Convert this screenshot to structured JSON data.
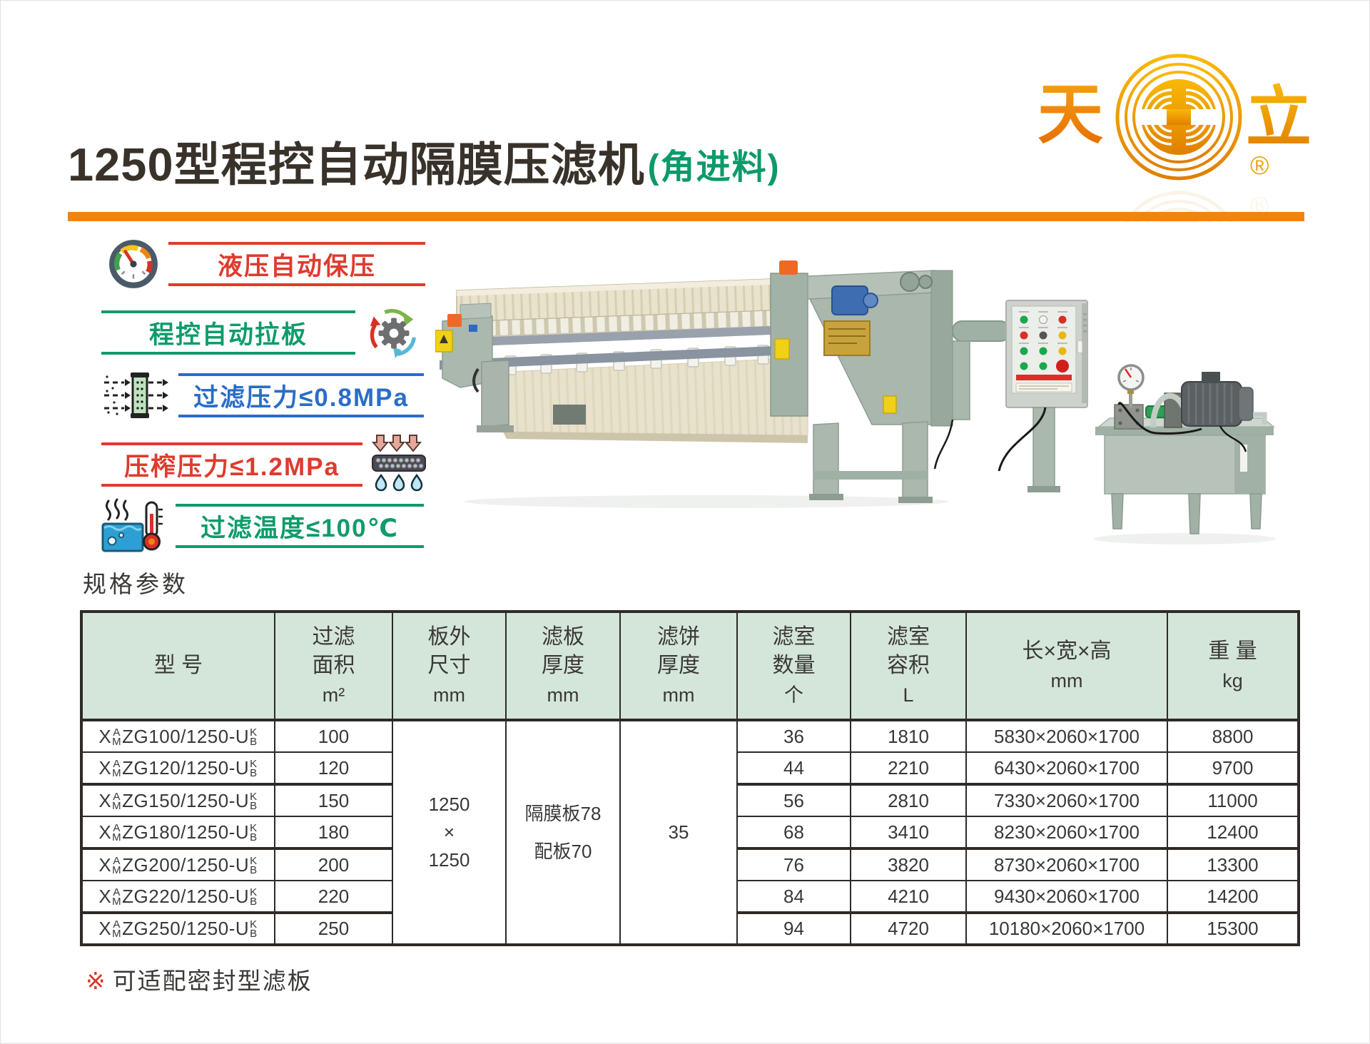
{
  "header": {
    "title_main": "1250型程控自动隔膜压滤机",
    "title_paren": "(角进料)",
    "logo_left": "天",
    "logo_right": "立",
    "logo_reg": "®"
  },
  "colors": {
    "accent_orange": "#ee8511",
    "title_green": "#0c9a6a",
    "badge_red": "#e03a2e",
    "badge_green": "#0f9c6a",
    "badge_blue": "#2a6dc9",
    "table_header_bg": "#d4e6d9",
    "table_border": "#2d2a28",
    "logo_gold": "#f0a70a"
  },
  "features": [
    {
      "label": "液压自动保压",
      "color": "#e03a2e",
      "icon": "gauge-icon",
      "icon_side": "left"
    },
    {
      "label": "程控自动拉板",
      "color": "#0f9c6a",
      "icon": "gear-sync-icon",
      "icon_side": "right"
    },
    {
      "label": "过滤压力≤0.8MPa",
      "color": "#2a6dc9",
      "icon": "filter-plate-icon",
      "icon_side": "left"
    },
    {
      "label": "压榨压力≤1.2MPa",
      "color": "#e03a2e",
      "icon": "press-droplets-icon",
      "icon_side": "right"
    },
    {
      "label": "过滤温度≤100℃",
      "color": "#0f9c6a",
      "icon": "thermometer-icon",
      "icon_side": "left"
    }
  ],
  "photo": {
    "alt": "程控自动隔膜压滤机整机与液压站照片"
  },
  "spec": {
    "section_title": "规格参数",
    "columns": [
      {
        "title": "型 号",
        "unit": ""
      },
      {
        "title": "过滤\n面积",
        "unit": "m²"
      },
      {
        "title": "板外\n尺寸",
        "unit": "mm"
      },
      {
        "title": "滤板\n厚度",
        "unit": "mm"
      },
      {
        "title": "滤饼\n厚度",
        "unit": "mm"
      },
      {
        "title": "滤室\n数量",
        "unit": "个"
      },
      {
        "title": "滤室\n容积",
        "unit": "L"
      },
      {
        "title": "长×宽×高",
        "unit": "mm"
      },
      {
        "title": "重 量",
        "unit": "kg"
      }
    ],
    "merged": {
      "plate_size": [
        "1250",
        "×",
        "1250"
      ],
      "plate_thickness": [
        "隔膜板78",
        "配板70"
      ],
      "cake_thickness": "35"
    },
    "rows": [
      {
        "model": {
          "pre": "X",
          "sup1": "A",
          "sub1": "M",
          "mid": "ZG100/1250-U",
          "sup2": "K",
          "sub2": "B"
        },
        "area": "100",
        "chambers": "36",
        "volume": "1810",
        "dimensions": "5830×2060×1700",
        "weight": "8800"
      },
      {
        "model": {
          "pre": "X",
          "sup1": "A",
          "sub1": "M",
          "mid": "ZG120/1250-U",
          "sup2": "K",
          "sub2": "B"
        },
        "area": "120",
        "chambers": "44",
        "volume": "2210",
        "dimensions": "6430×2060×1700",
        "weight": "9700"
      },
      {
        "model": {
          "pre": "X",
          "sup1": "A",
          "sub1": "M",
          "mid": "ZG150/1250-U",
          "sup2": "K",
          "sub2": "B"
        },
        "area": "150",
        "chambers": "56",
        "volume": "2810",
        "dimensions": "7330×2060×1700",
        "weight": "11000"
      },
      {
        "model": {
          "pre": "X",
          "sup1": "A",
          "sub1": "M",
          "mid": "ZG180/1250-U",
          "sup2": "K",
          "sub2": "B"
        },
        "area": "180",
        "chambers": "68",
        "volume": "3410",
        "dimensions": "8230×2060×1700",
        "weight": "12400"
      },
      {
        "model": {
          "pre": "X",
          "sup1": "A",
          "sub1": "M",
          "mid": "ZG200/1250-U",
          "sup2": "K",
          "sub2": "B"
        },
        "area": "200",
        "chambers": "76",
        "volume": "3820",
        "dimensions": "8730×2060×1700",
        "weight": "13300"
      },
      {
        "model": {
          "pre": "X",
          "sup1": "A",
          "sub1": "M",
          "mid": "ZG220/1250-U",
          "sup2": "K",
          "sub2": "B"
        },
        "area": "220",
        "chambers": "84",
        "volume": "4210",
        "dimensions": "9430×2060×1700",
        "weight": "14200"
      },
      {
        "model": {
          "pre": "X",
          "sup1": "A",
          "sub1": "M",
          "mid": "ZG250/1250-U",
          "sup2": "K",
          "sub2": "B"
        },
        "area": "250",
        "chambers": "94",
        "volume": "4720",
        "dimensions": "10180×2060×1700",
        "weight": "15300"
      }
    ]
  },
  "footnote": {
    "mark": "※",
    "text": "可适配密封型滤板"
  }
}
